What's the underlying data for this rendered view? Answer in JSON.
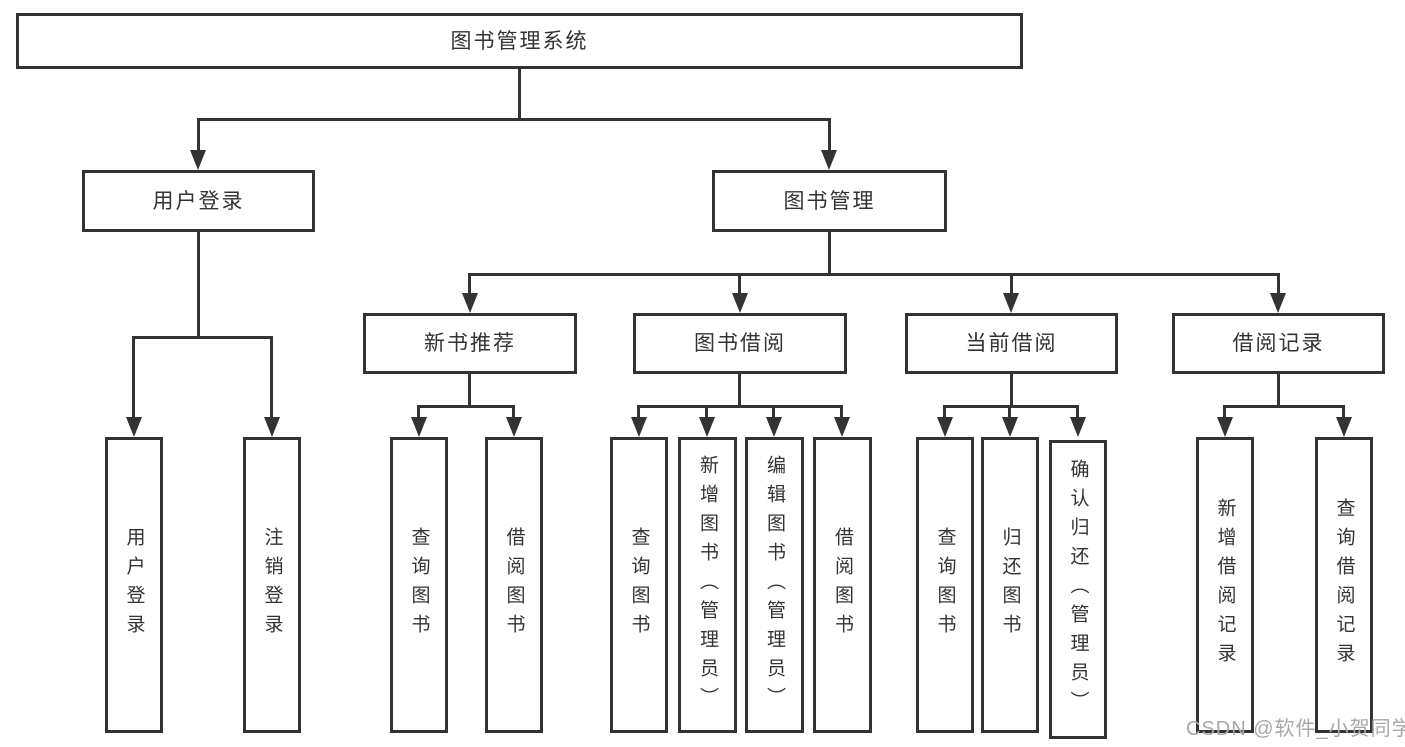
{
  "diagram_type": "hierarchy-tree",
  "tree": {
    "root": {
      "label": "图书管理系统",
      "children": [
        {
          "label": "用户登录",
          "children": [
            {
              "label": "用户登录"
            },
            {
              "label": "注销登录"
            }
          ]
        },
        {
          "label": "图书管理",
          "children": [
            {
              "label": "新书推荐",
              "children": [
                {
                  "label": "查询图书"
                },
                {
                  "label": "借阅图书"
                }
              ]
            },
            {
              "label": "图书借阅",
              "children": [
                {
                  "label": "查询图书"
                },
                {
                  "label": "新增图书（管理员）"
                },
                {
                  "label": "编辑图书（管理员）"
                },
                {
                  "label": "借阅图书"
                }
              ]
            },
            {
              "label": "当前借阅",
              "children": [
                {
                  "label": "查询图书"
                },
                {
                  "label": "归还图书"
                },
                {
                  "label": "确认归还（管理员）"
                }
              ]
            },
            {
              "label": "借阅记录",
              "children": [
                {
                  "label": "新增借阅记录"
                },
                {
                  "label": "查询借阅记录"
                }
              ]
            }
          ]
        }
      ]
    }
  },
  "watermark": {
    "text": "CSDN @软件_小贺同学"
  },
  "colors": {
    "line": "#333333",
    "box_border": "#333333",
    "box_fill": "#ffffff",
    "text": "#333333",
    "watermark": "#a8a8a8",
    "background": "#ffffff"
  }
}
